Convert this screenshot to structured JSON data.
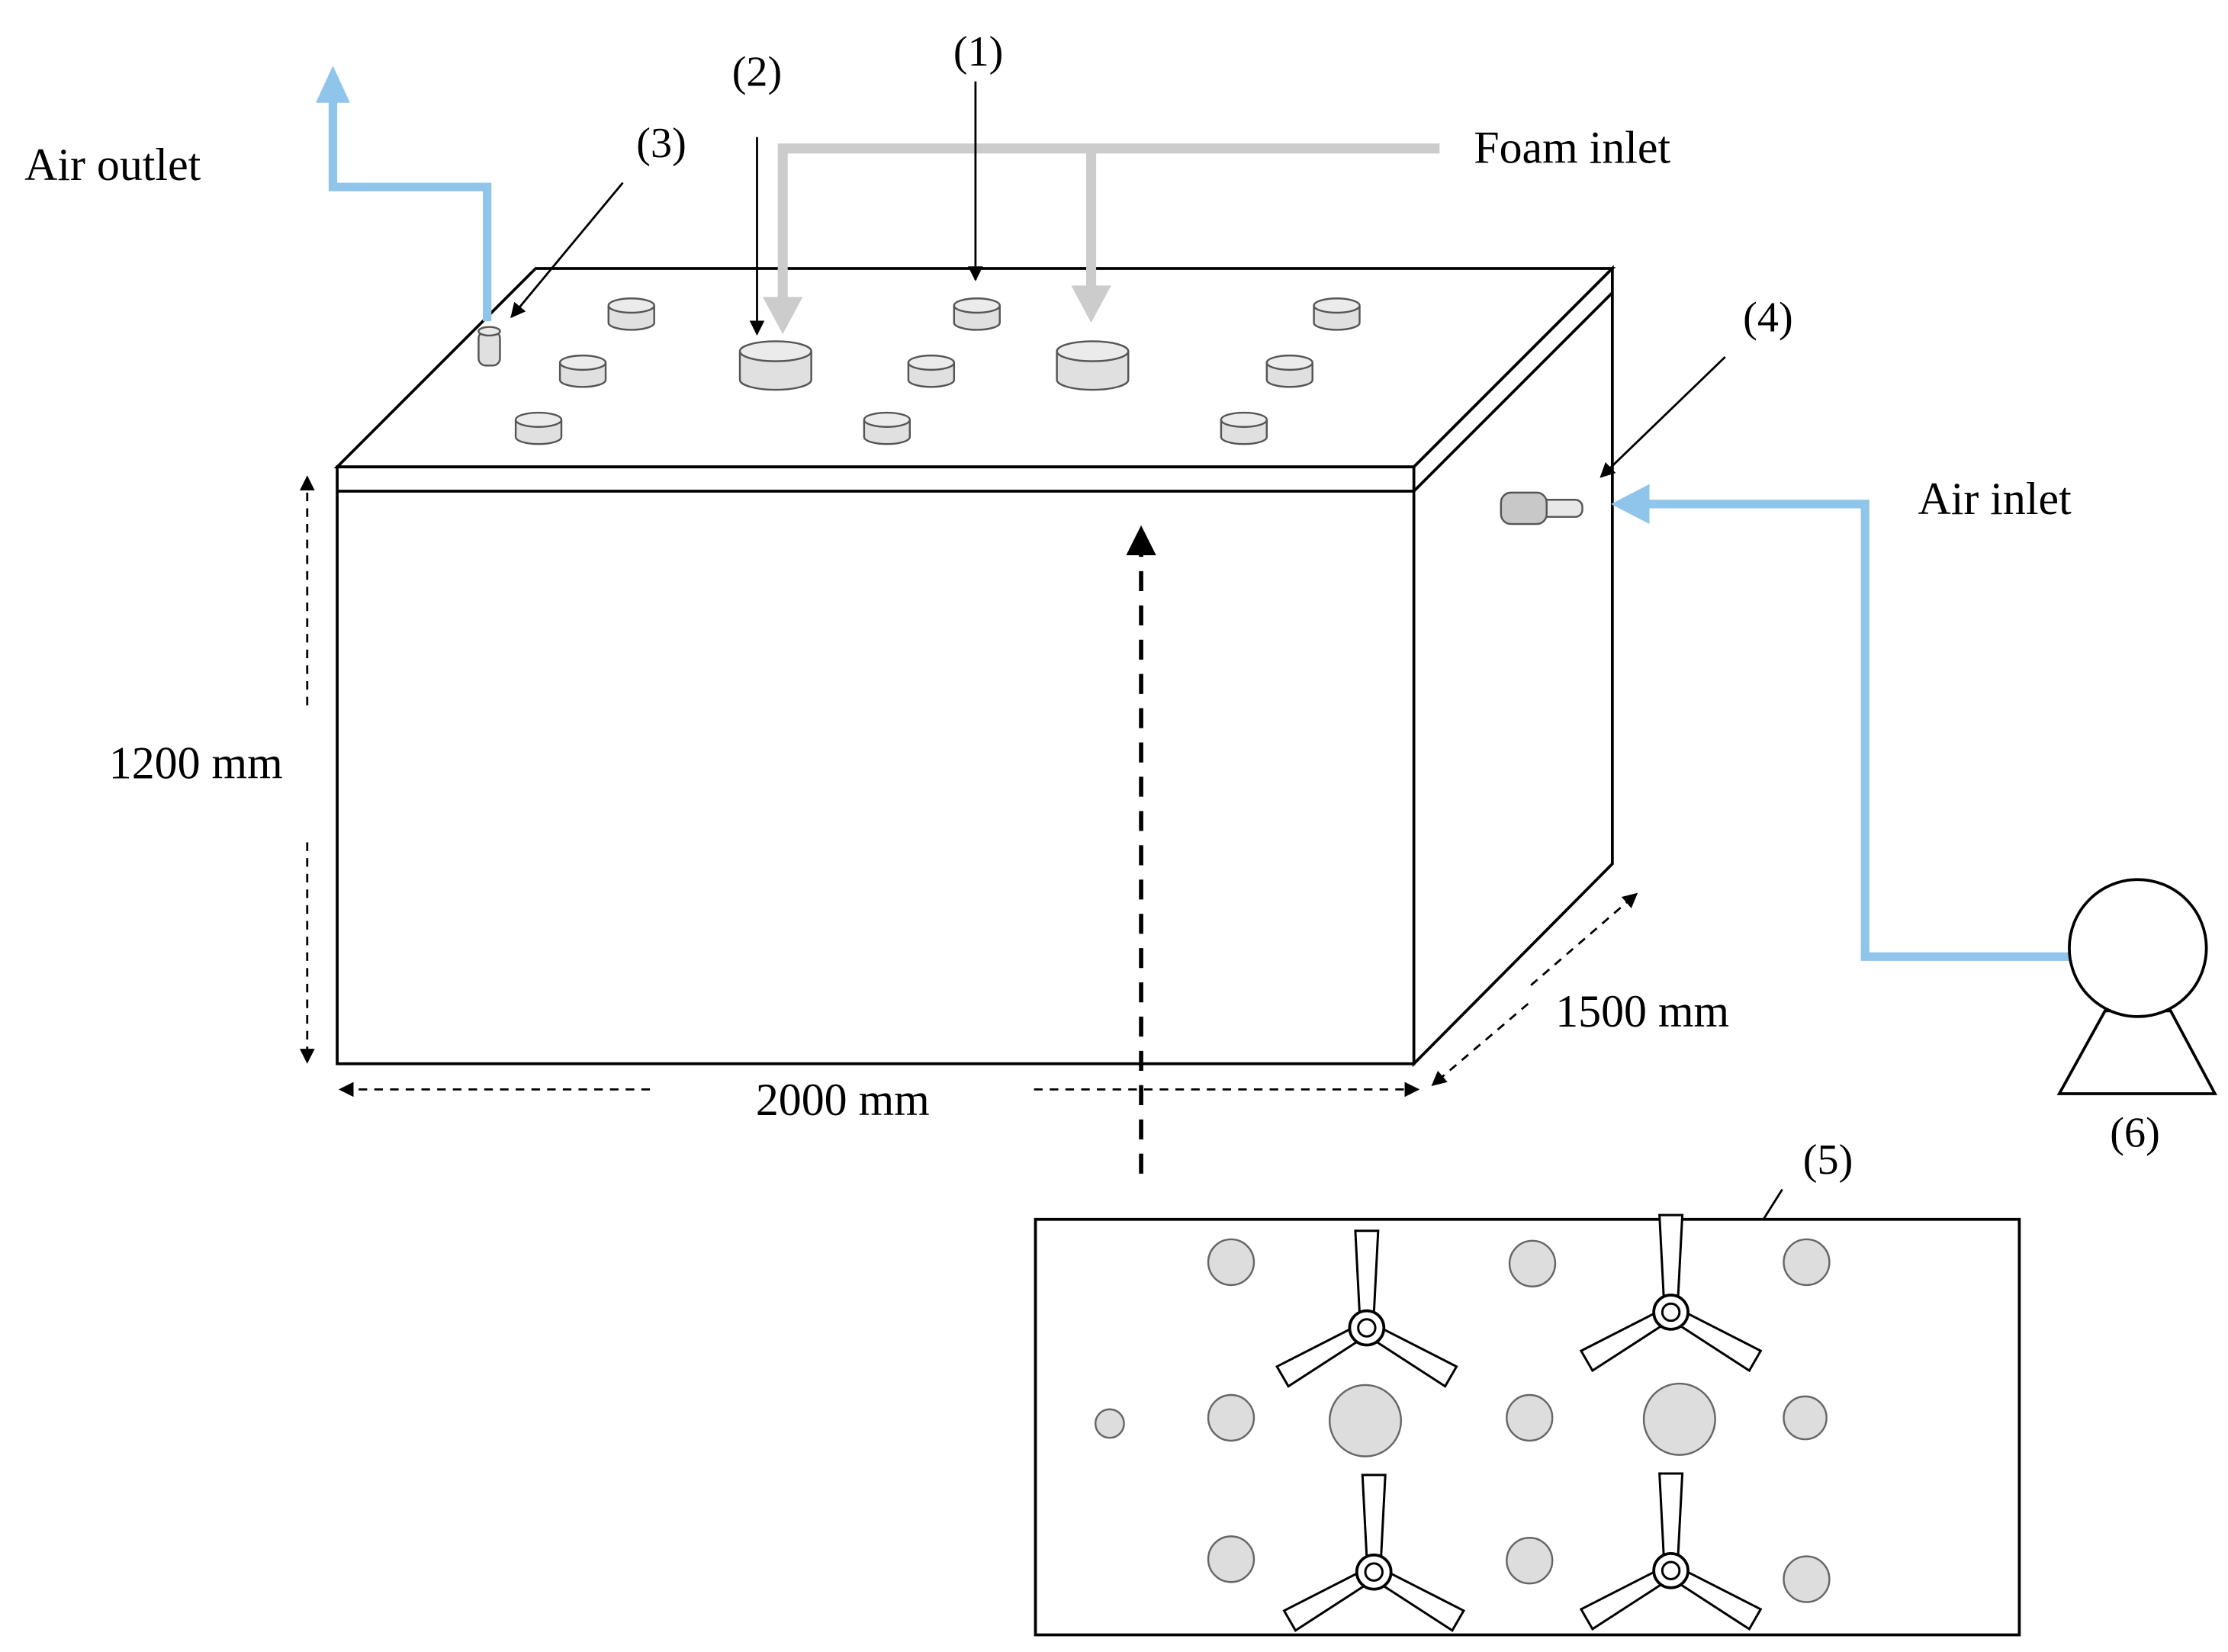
{
  "labels": {
    "air_outlet": "Air outlet",
    "foam_inlet": "Foam inlet",
    "air_inlet": "Air inlet",
    "callout_1": "(1)",
    "callout_2": "(2)",
    "callout_3": "(3)",
    "callout_4": "(4)",
    "callout_5": "(5)",
    "callout_6": "(6)"
  },
  "dimensions": {
    "height": "1200 mm",
    "width": "2000 mm",
    "depth": "1500 mm"
  },
  "colors": {
    "air_line": "#8fc5ea",
    "foam_line": "#cccccc",
    "outline": "#000000",
    "port_fill": "#e0e0e0"
  }
}
